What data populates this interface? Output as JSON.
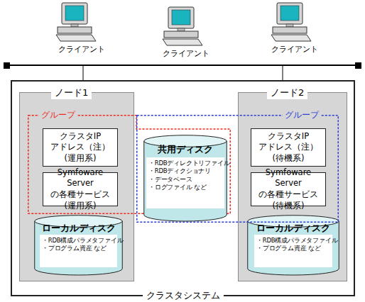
{
  "diagram": {
    "nodes": [
      {
        "text": [
          "クラスタシステム"
        ]
      },
      {
        "text": [
          "ノード1"
        ],
        "in": 0
      },
      {
        "text": [
          "ノード2"
        ],
        "in": 0
      },
      {
        "text": [
          "グループ"
        ],
        "in": 0
      },
      {
        "text": [
          "グループ"
        ],
        "in": 0
      },
      {
        "text": [
          "クラスタIP アドレス（注） (運用系)"
        ],
        "in": 1
      },
      {
        "text": [
          "Symfoware Server の各種サービス (運用系)"
        ],
        "in": 1
      },
      {
        "text": [
          "共用ディスク",
          "・RDBディレクトリファイル",
          "・RDBディクショナリ",
          "・データベース",
          "・ログファイル など"
        ],
        "in": 0
      },
      {
        "text": [
          "クラスタIP アドレス（注） (待機系)"
        ],
        "in": 2
      },
      {
        "text": [
          "Symfoware Server の各種サービス (待機系)"
        ],
        "in": 2
      },
      {
        "text": [
          "ローカルディスク",
          "・RDB構成パラメタファイル",
          "・プログラム資産 など"
        ],
        "in": 1
      },
      {
        "text": [
          "ローカルディスク",
          "・RDB構成パラメタファイル",
          "・プログラム資産 など"
        ],
        "in": 2
      }
    ],
    "edges": [
      {
        "from": 1,
        "to": 2,
        "arrow": "none"
      }
    ],
    "labels": [
      "クライアント",
      "クライアント",
      "クライアント"
    ]
  }
}
